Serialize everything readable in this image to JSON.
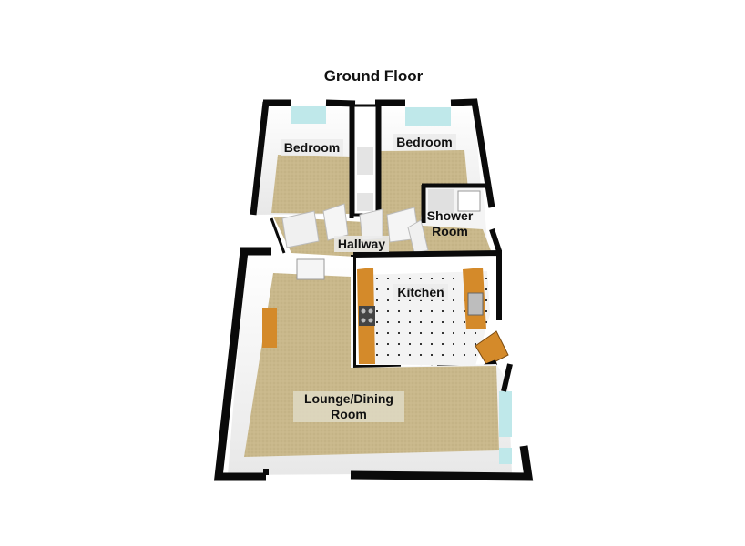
{
  "floor_title": "Ground Floor",
  "rooms": {
    "bedroom_left": "Bedroom",
    "bedroom_right": "Bedroom",
    "shower_room_line1": "Shower",
    "shower_room_line2": "Room",
    "hallway": "Hallway",
    "kitchen": "Kitchen",
    "lounge_line1": "Lounge/Dining",
    "lounge_line2": "Room"
  },
  "colors": {
    "wall": "#0a0a0a",
    "carpet": "#c9b88b",
    "kitchen_floor": "#f2f2f2",
    "worktop": "#d48a2a",
    "window": "#bfe8ea"
  }
}
